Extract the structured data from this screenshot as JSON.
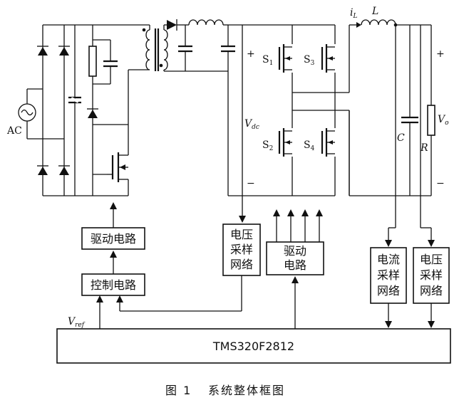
{
  "caption": {
    "figure_number": "图 1",
    "title": "系统整体框图"
  },
  "blocks": {
    "drive_circuit_left": [
      "驱动电路"
    ],
    "control_circuit": [
      "控制电路"
    ],
    "voltage_sampling_1": [
      "电压",
      "采样",
      "网络"
    ],
    "drive_circuit_mid": [
      "驱动",
      "电路"
    ],
    "current_sampling": [
      "电流",
      "采样",
      "网络"
    ],
    "voltage_sampling_2": [
      "电压",
      "采样",
      "网络"
    ],
    "dsp": "TMS320F2812"
  },
  "labels": {
    "ac": "AC",
    "vref": "V",
    "vref_sub": "ref",
    "vdc": "V",
    "vdc_sub": "dc",
    "plus_left": "+",
    "minus_left": "−",
    "s1": "S",
    "s1_sub": "1",
    "s2": "S",
    "s2_sub": "2",
    "s3": "S",
    "s3_sub": "3",
    "s4": "S",
    "s4_sub": "4",
    "il": "i",
    "il_sub": "L",
    "inductor": "L",
    "cap": "C",
    "res": "R",
    "vo": "V",
    "vo_sub": "o",
    "plus_right": "+",
    "minus_right": "−"
  }
}
